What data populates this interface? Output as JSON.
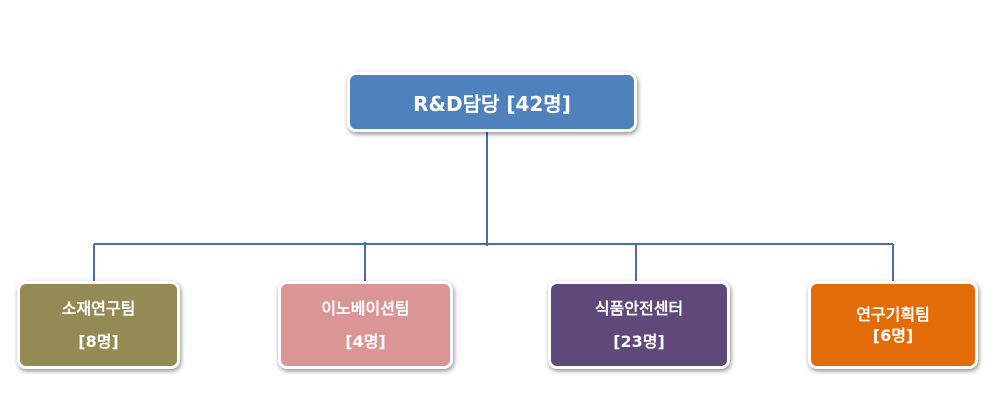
{
  "colors": {
    "connector": "#4a6fa8",
    "root_fill": "#4f81bd",
    "box_border": "#ffffff"
  },
  "root": {
    "label": "R&D담당 [42명]",
    "color": "#4f81bd"
  },
  "teams": [
    {
      "name": "소재연구팀",
      "count": "[8명]",
      "color": "#948a54"
    },
    {
      "name": "이노베이션팀",
      "count": "[4명]",
      "color": "#d99694"
    },
    {
      "name": "식품안전센터",
      "count": "[23명]",
      "color": "#5f497a"
    },
    {
      "name": "연구기획팀",
      "count": "[6명]",
      "color": "#e36c09"
    }
  ]
}
